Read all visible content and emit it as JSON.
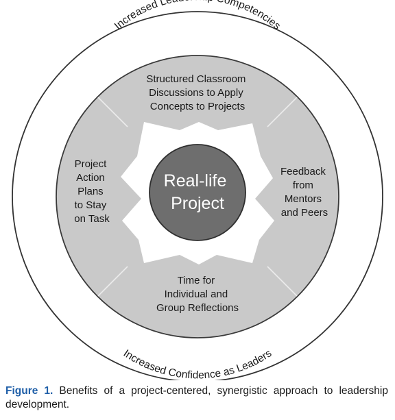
{
  "diagram": {
    "outer_ring": {
      "top_text": "Increased Leadership Competencies",
      "bottom_text": "Increased Confidence as Leaders"
    },
    "segments": {
      "top": [
        "Structured Classroom",
        "Discussions to Apply",
        "Concepts to Projects"
      ],
      "right": [
        "Feedback",
        "from",
        "Mentors",
        "and Peers"
      ],
      "bottom": [
        "Time for",
        "Individual and",
        "Group Reflections"
      ],
      "left": [
        "Project",
        "Action",
        "Plans",
        "to Stay",
        "on Task"
      ]
    },
    "center": [
      "Real-life",
      "Project"
    ]
  },
  "caption": {
    "label": "Figure 1.",
    "text": " Benefits of a project-centered, synergistic approach to leadership development."
  },
  "colors": {
    "outer_ring_fill": "#ffffff",
    "outer_ring_stroke": "#333333",
    "segment_fill": "#c9c9c9",
    "segment_stroke": "#3a3a3a",
    "center_fill": "#6e6e6e",
    "center_text": "#ffffff",
    "caption_label": "#1f5fa8"
  }
}
